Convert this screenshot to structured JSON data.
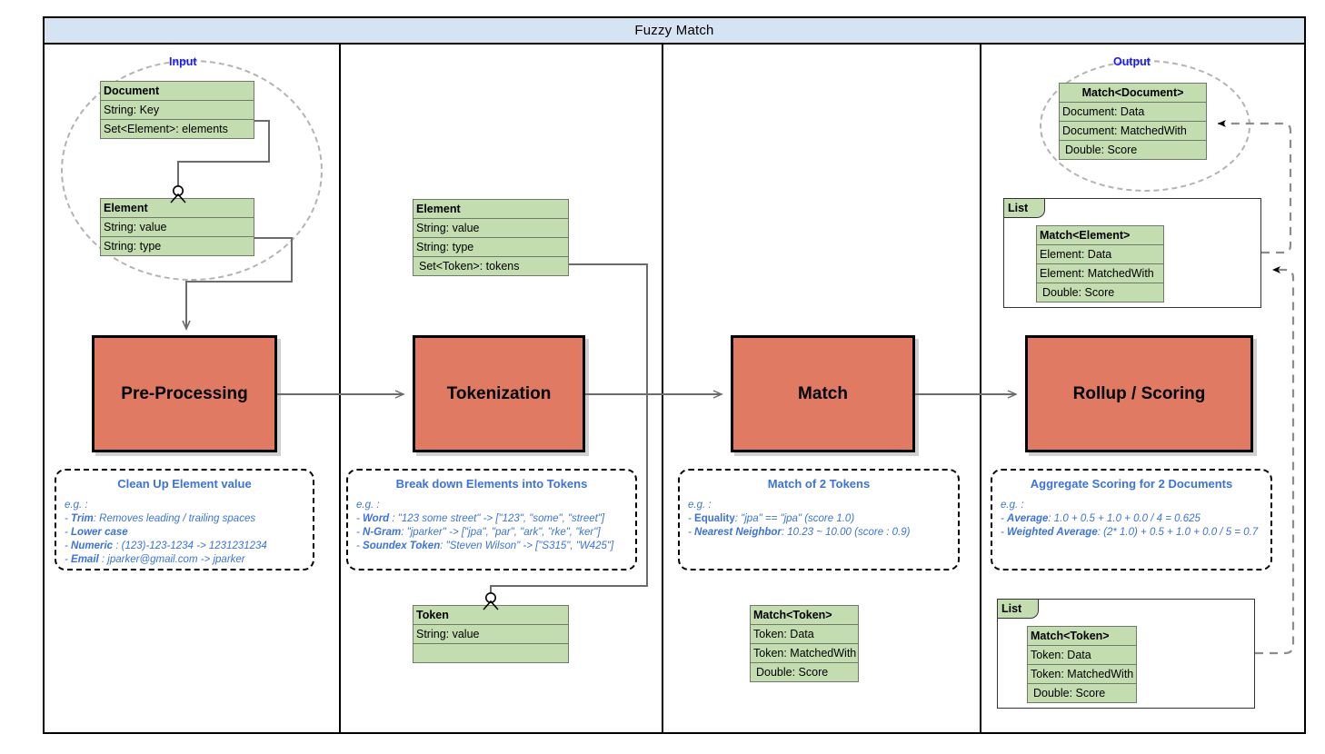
{
  "diagram": {
    "title": "Fuzzy Match",
    "accent_blue": "#3d72dd",
    "group_label_color": "#1a1aff",
    "class_fill": "#c3ddb0",
    "process_fill": "#e07a62",
    "title_fill": "#d6e3f3"
  },
  "groups": {
    "input_label": "Input",
    "output_label": "Output"
  },
  "classes": {
    "document": {
      "name": "Document",
      "rows": [
        "String: Key",
        "Set<Element>: elements"
      ]
    },
    "element_left": {
      "name": "Element",
      "rows": [
        "String: value",
        "String: type"
      ]
    },
    "element_mid": {
      "name": "Element",
      "rows": [
        "String: value",
        "String: type",
        "Set<Token>: tokens"
      ]
    },
    "token": {
      "name": "Token",
      "rows": [
        "String: value",
        ""
      ]
    },
    "match_document": {
      "name": "Match<Document>",
      "rows": [
        "Document: Data",
        "Document: MatchedWith",
        "Double: Score"
      ]
    },
    "match_element": {
      "name": "Match<Element>",
      "rows": [
        "Element: Data",
        "Element: MatchedWith",
        "Double: Score"
      ]
    },
    "match_token_col3": {
      "name": "Match<Token>",
      "rows": [
        "Token: Data",
        "Token: MatchedWith",
        "Double: Score"
      ]
    },
    "match_token_col4": {
      "name": "Match<Token>",
      "rows": [
        "Token: Data",
        "Token: MatchedWith",
        "Double: Score"
      ]
    }
  },
  "list_containers": {
    "element_list_label": "List",
    "token_list_label": "List"
  },
  "processes": [
    {
      "label": "Pre-Processing"
    },
    {
      "label": "Tokenization"
    },
    {
      "label": "Match"
    },
    {
      "label": "Rollup / Scoring"
    }
  ],
  "notes": [
    {
      "title": "Clean Up Element value",
      "eg": "e.g. :",
      "items": [
        {
          "term": "Trim",
          "term_italic": true,
          "rest": ": Removes leading / trailing spaces"
        },
        {
          "term": "Lower case",
          "term_italic": true,
          "rest": ""
        },
        {
          "term": "Numeric",
          "term_italic": true,
          "rest": " : (123)-123-1234 -> 1231231234"
        },
        {
          "term": "Email",
          "term_italic": true,
          "rest": " : jparker@gmail.com -> jparker"
        }
      ]
    },
    {
      "title": "Break down Elements into Tokens",
      "eg": "e.g. :",
      "items": [
        {
          "term": "Word",
          "term_italic": true,
          "rest": " : \"123 some street\" -> [\"123\", \"some\", \"street\"]"
        },
        {
          "term": "N-Gram",
          "term_italic": true,
          "rest": ": \"jparker\" -> [\"jpa\", \"par\", \"ark\", \"rke\", \"ker\"]"
        },
        {
          "term": "Soundex Token",
          "term_italic": true,
          "rest": ": \"Steven Wilson\" ->  [\"S315\", \"W425\"]"
        }
      ]
    },
    {
      "title": "Match of 2 Tokens",
      "eg": "e.g. :",
      "items": [
        {
          "term": "Equality",
          "term_italic": false,
          "rest": ": \"jpa\" == \"jpa\" (score 1.0)"
        },
        {
          "term": "Nearest Neighbor",
          "term_italic": true,
          "rest": ": 10.23 ~ 10.00 (score : 0.9)"
        }
      ]
    },
    {
      "title": "Aggregate Scoring for 2 Documents",
      "eg": "e.g. :",
      "items": [
        {
          "term": "Average",
          "term_italic": true,
          "rest": ":  1.0 + 0.5 + 1.0 + 0.0 / 4 = 0.625"
        },
        {
          "term": "Weighted Average",
          "term_italic": true,
          "rest": ": (2* 1.0) + 0.5 + 1.0 + 0.0 / 5 = 0.7"
        }
      ]
    }
  ]
}
